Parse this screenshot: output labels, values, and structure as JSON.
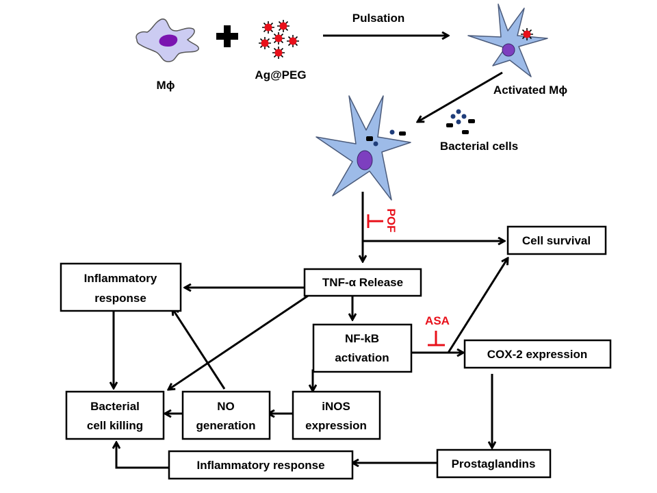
{
  "colors": {
    "resting_cell_fill": "#ccccf2",
    "activated_cell_fill": "#9dbbe8",
    "nucleus_fill": "#7d3fbf",
    "resting_nucleus_fill": "#7a14b0",
    "nanoparticle_fill": "#e8101a",
    "bacteria_dot": "#1f3d7a",
    "inhibitor_color": "#e8101a"
  },
  "top": {
    "macrophage_label": "Mϕ",
    "nanoparticle_label": "Ag@PEG",
    "pulsation_label": "Pulsation",
    "activated_label": "Activated Mϕ",
    "bacteria_label": "Bacterial cells"
  },
  "inhibitors": {
    "pof": "POF",
    "asa": "ASA"
  },
  "nodes": {
    "tnf": "TNF-α Release",
    "cell_survival": "Cell survival",
    "inflam_top_line1": "Inflammatory",
    "inflam_top_line2": "response",
    "nfkb_line1": "NF-kB",
    "nfkb_line2": "activation",
    "cox2": "COX-2 expression",
    "bact_kill_line1": "Bacterial",
    "bact_kill_line2": "cell killing",
    "no_line1": "NO",
    "no_line2": "generation",
    "inos_line1": "iNOS",
    "inos_line2": "expression",
    "prostaglandins": "Prostaglandins",
    "inflam_bottom": "Inflammatory response"
  }
}
